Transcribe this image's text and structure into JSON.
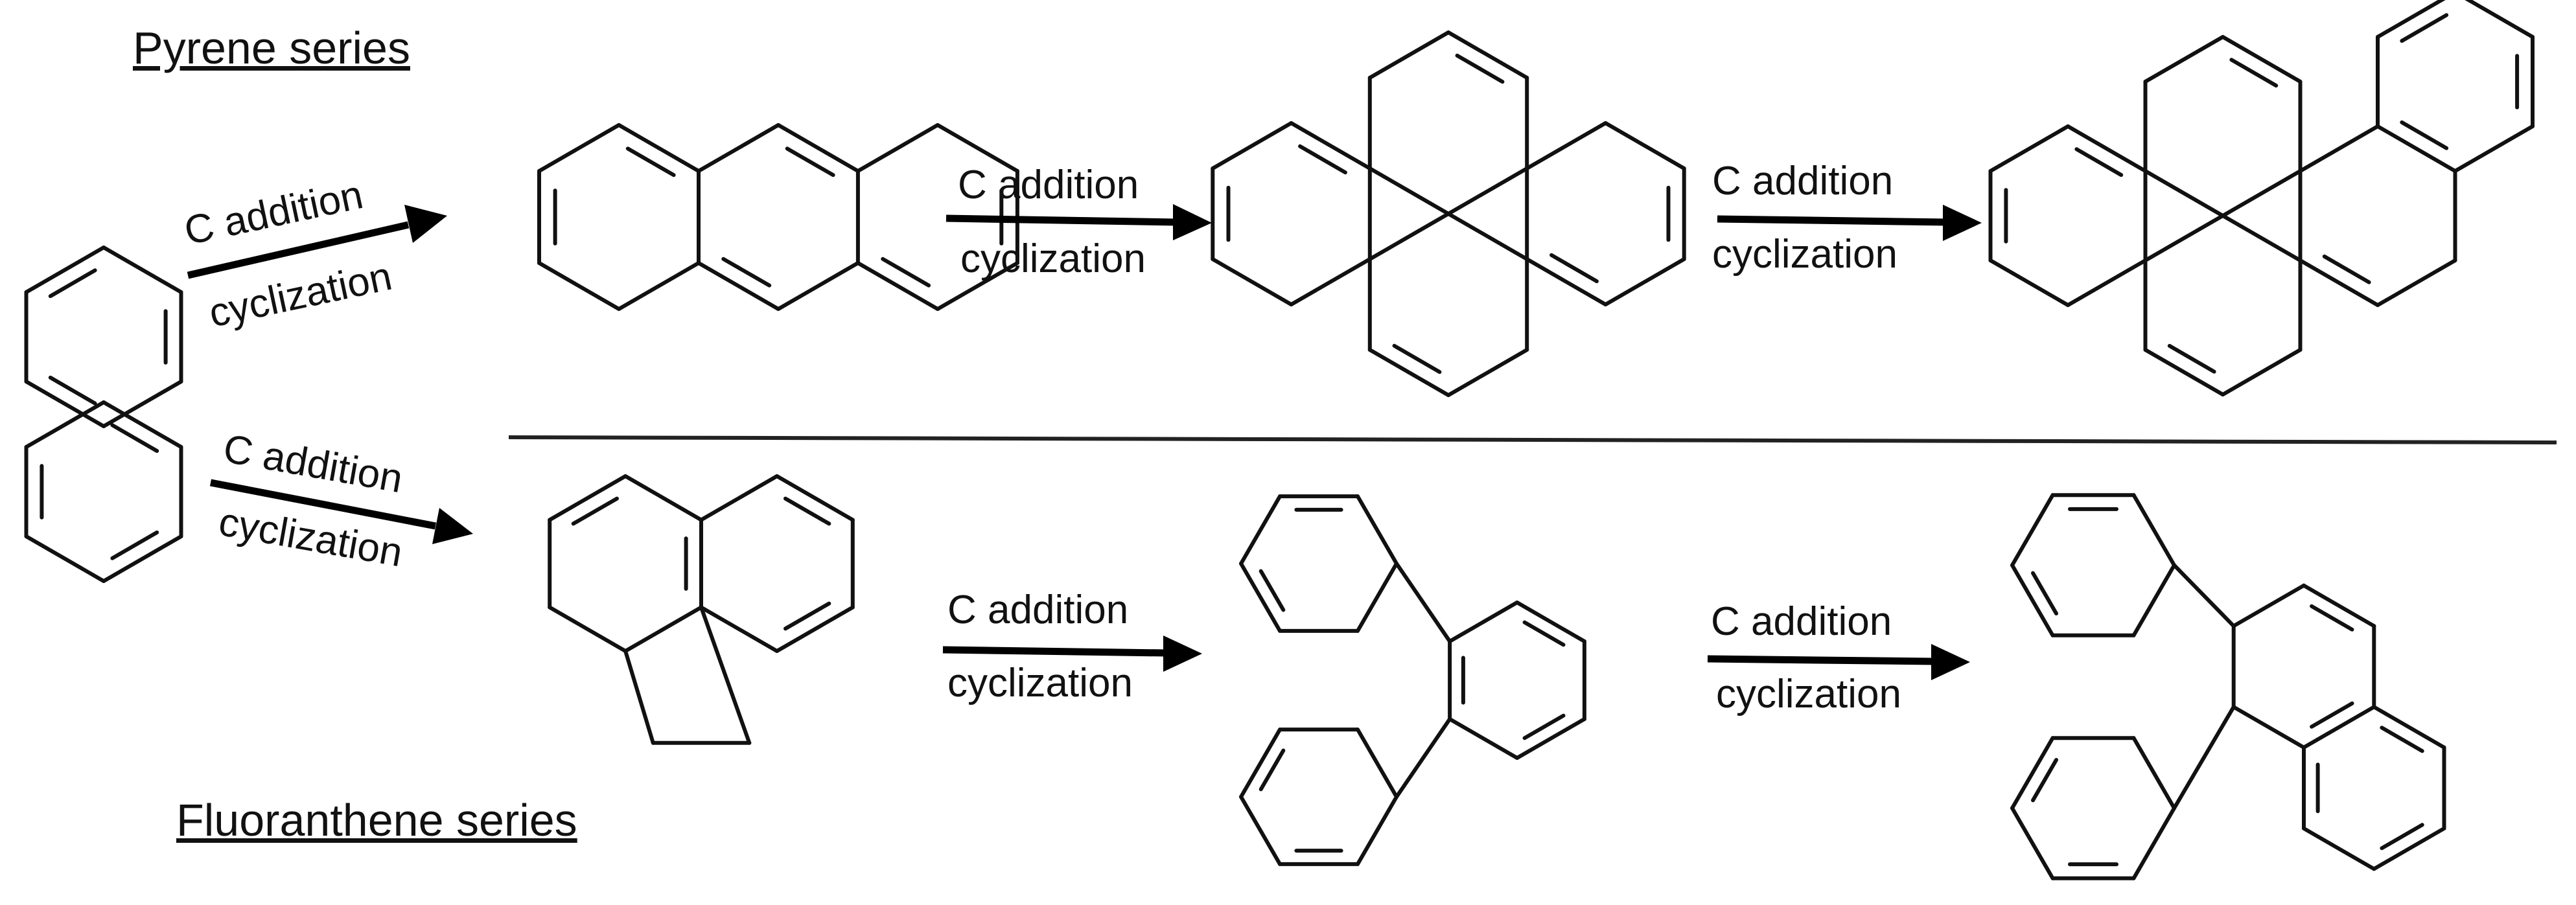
{
  "series_titles": {
    "pyrene": "Pyrene series",
    "fluoranthene": "Fluoranthene series"
  },
  "reaction_label": {
    "top": "C addition",
    "bottom": "cyclization"
  },
  "colors": {
    "ink": "#111111",
    "background": "#ffffff"
  }
}
